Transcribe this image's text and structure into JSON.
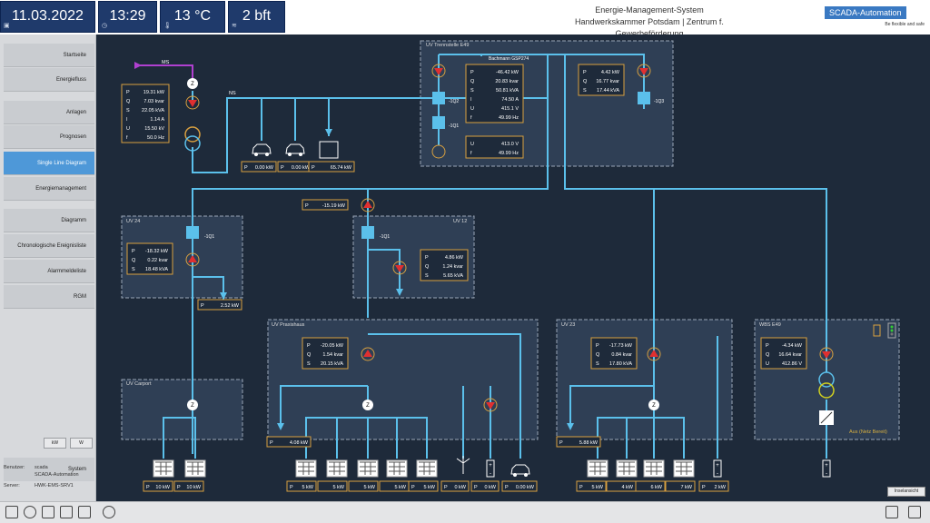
{
  "header": {
    "date": "11.03.2022",
    "time": "13:29",
    "temperature": "13 °C",
    "wind": "2 bft",
    "title_line1": "Energie-Management-System",
    "title_line2": "Handwerkskammer Potsdam | Zentrum f. Gewerbeförderung",
    "brand": "SCADA-Automation",
    "brand_sub": "Be flexible and safe"
  },
  "sidebar": {
    "items": [
      "Startseite",
      "Energiefluss",
      "Anlagen",
      "Prognosen",
      "Single Line Diagram",
      "Energiemanagement",
      "Diagramm",
      "Chronologische Ereignisliste",
      "Alarmmeldeliste",
      "RGM"
    ],
    "active": "Single Line Diagram",
    "units": [
      "kW",
      "W"
    ],
    "system_label": "System",
    "user_label": "Benutzer:",
    "user_name": "scada",
    "user_org": "SCADA-Automation",
    "server_label": "Server:",
    "server_name": "HWK-EMS-SRV1"
  },
  "diagram": {
    "ms_label": "MS",
    "ns_label": "NS",
    "grid": {
      "P": "19.31 kW",
      "Q": "7.03 kvar",
      "S": "22.05 kVA",
      "I": "1.14 A",
      "U": "15.50 kV",
      "f": "50.0 Hz"
    },
    "ev1": "0.00 kW",
    "ev2": "0.00 kW",
    "bldg": "65.74 kW",
    "uv_trenn": {
      "title": "UV Trennstelle E49",
      "meter": "Bachmann GSP274",
      "left": {
        "P": "-46.42 kW",
        "Q": "20.83 kvar",
        "S": "50.81 kVA",
        "I": "74.50 A",
        "U": "415.1 V",
        "f": "49.99 Hz"
      },
      "left2": {
        "U": "413.0 V",
        "f": "49.99 Hz"
      },
      "right": {
        "P": "4.42 kW",
        "Q": "16.77 kvar",
        "S": "17.44 kVA"
      },
      "q2": "-1Q2",
      "q1": "-1Q1",
      "q3": "-1Q3"
    },
    "feeder_p": "-15.19 kW",
    "uv24": {
      "title": "UV 24",
      "P": "-18.32 kW",
      "Q": "0.22 kvar",
      "S": "18.48 kVA",
      "out": "2.52 kW",
      "q": "-1Q1"
    },
    "uv12": {
      "title": "UV 12",
      "P": "4.86 kW",
      "Q": "1.24 kvar",
      "S": "5.65 kVA",
      "q": "-1Q1"
    },
    "carport": {
      "title": "UV Carport",
      "pv1": "10 kW",
      "pv2": "10 kW"
    },
    "praxis": {
      "title": "UV Praxishaus",
      "P": "-20.05 kW",
      "Q": "1.54 kvar",
      "S": "20.15 kVA",
      "load": "4.08 kW",
      "pv": [
        "5 kW",
        "5 kW",
        "5 kW",
        "5 kW",
        "5 kW"
      ],
      "wind": "0 kW",
      "bat": "0 kW",
      "ev": "0.00 kW"
    },
    "uv23": {
      "title": "UV 23",
      "P": "-17.73 kW",
      "Q": "0.84 kvar",
      "S": "17.80 kVA",
      "load": "5.88 kW",
      "pv": [
        "5 kW",
        "4 kW",
        "6 kW",
        "7 kW"
      ],
      "bat": "2 kW"
    },
    "wbs": {
      "title": "WBS E49",
      "P": "-4.34 kW",
      "Q": "16.64 kvar",
      "U": "412.86 V",
      "status": "Aus (Netz Bereit)"
    },
    "island_button": "Inselansicht"
  },
  "colors": {
    "line": "#5bc0eb",
    "box": "#2f3f55",
    "measure_border": "#d8a040",
    "breaker": "#5bc0eb",
    "arrow": "#e03030"
  }
}
